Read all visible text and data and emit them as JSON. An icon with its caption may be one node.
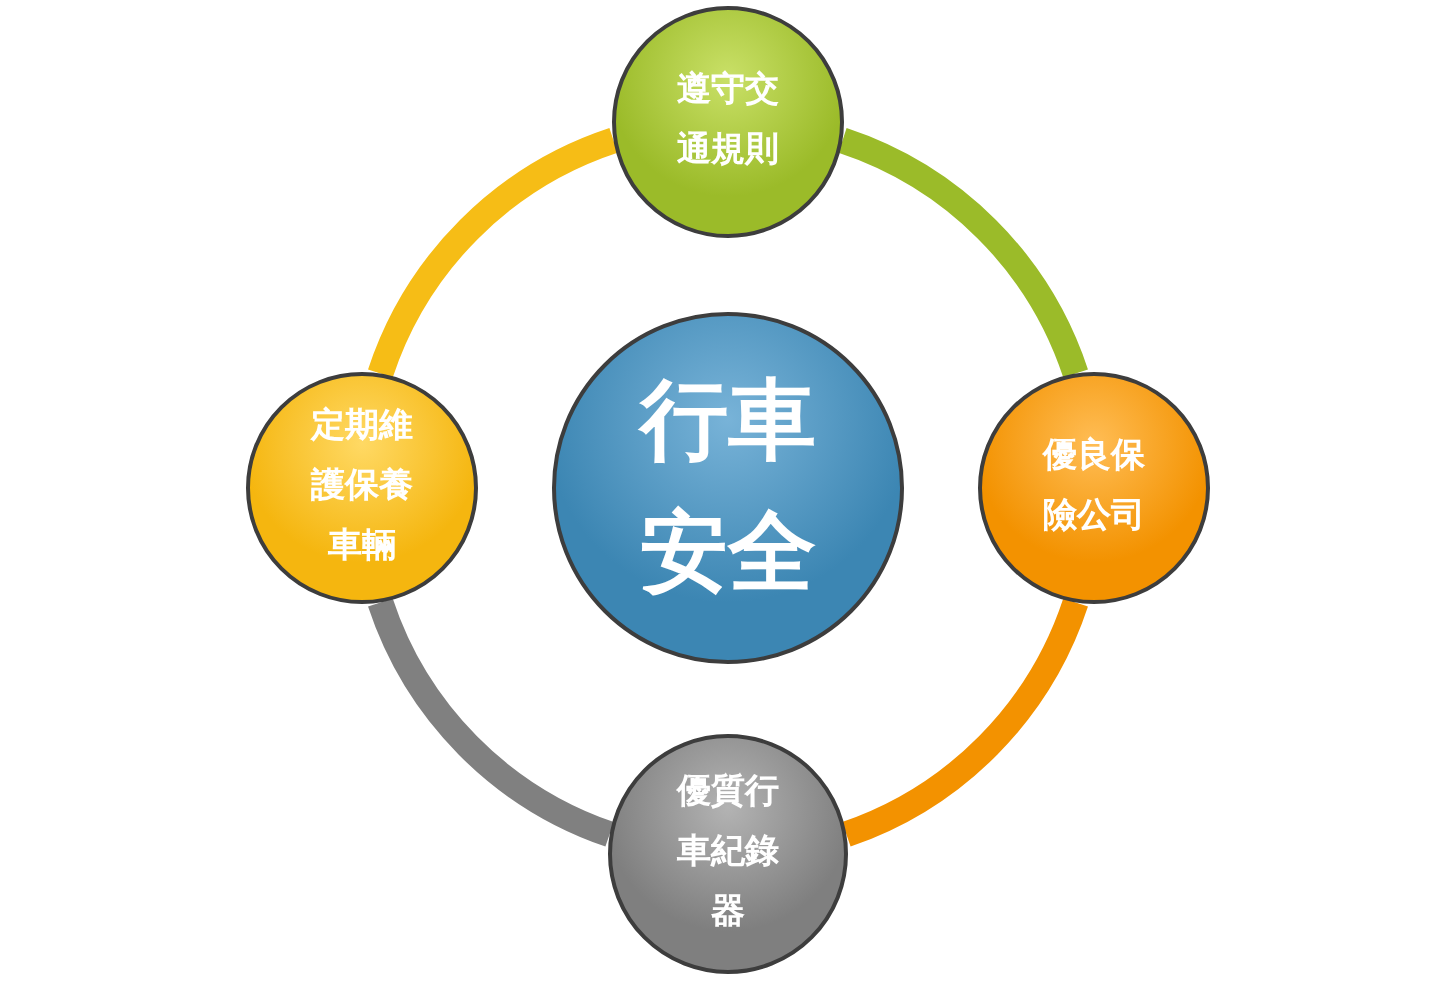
{
  "diagram": {
    "nodes": [
      {
        "text": [
          "遵守交通規則"
        ]
      },
      {
        "text": [
          "定期維護保養車輛"
        ]
      },
      {
        "text": [
          "行車安全"
        ]
      },
      {
        "text": [
          "優良保險公司"
        ]
      },
      {
        "text": [
          "優質行車紀錄器"
        ]
      }
    ],
    "edges": [
      {
        "from": 0,
        "to": 3,
        "arrow": "none",
        "color": "#9bbb29"
      },
      {
        "from": 3,
        "to": 4,
        "arrow": "none",
        "color": "#f39200"
      },
      {
        "from": 4,
        "to": 1,
        "arrow": "none",
        "color": "#808080"
      },
      {
        "from": 1,
        "to": 0,
        "arrow": "none",
        "color": "#f6bd16"
      }
    ]
  }
}
